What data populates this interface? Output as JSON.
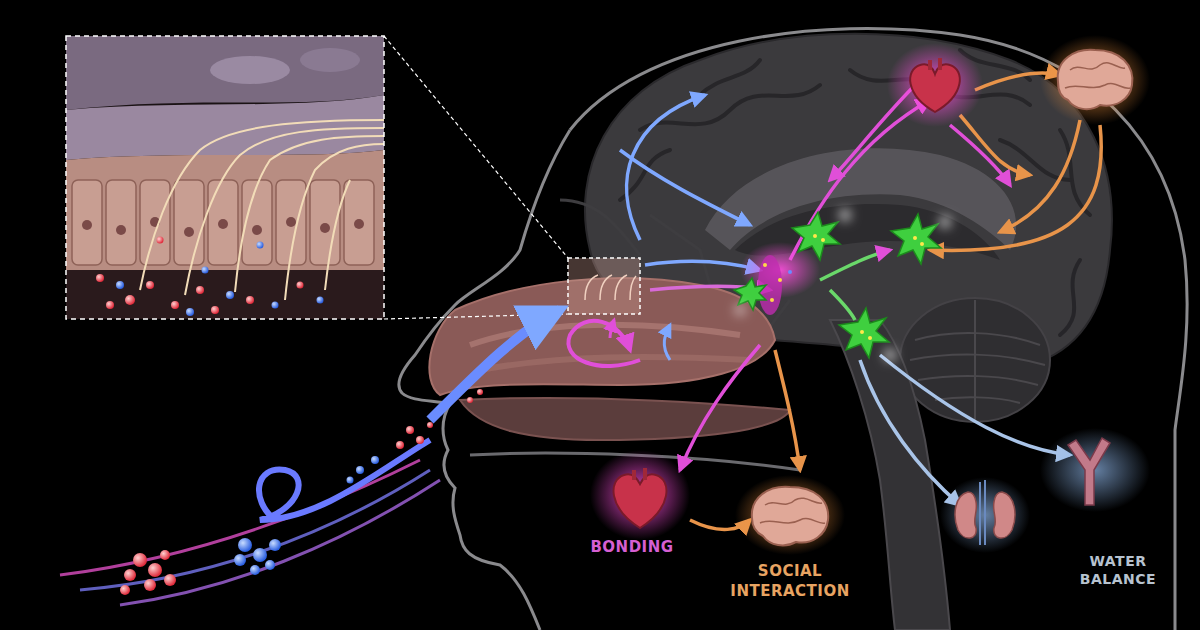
{
  "diagram": {
    "labels": [
      "BONDING",
      "SOCIAL INTERACTION",
      "WATER BALANCE"
    ]
  }
}
